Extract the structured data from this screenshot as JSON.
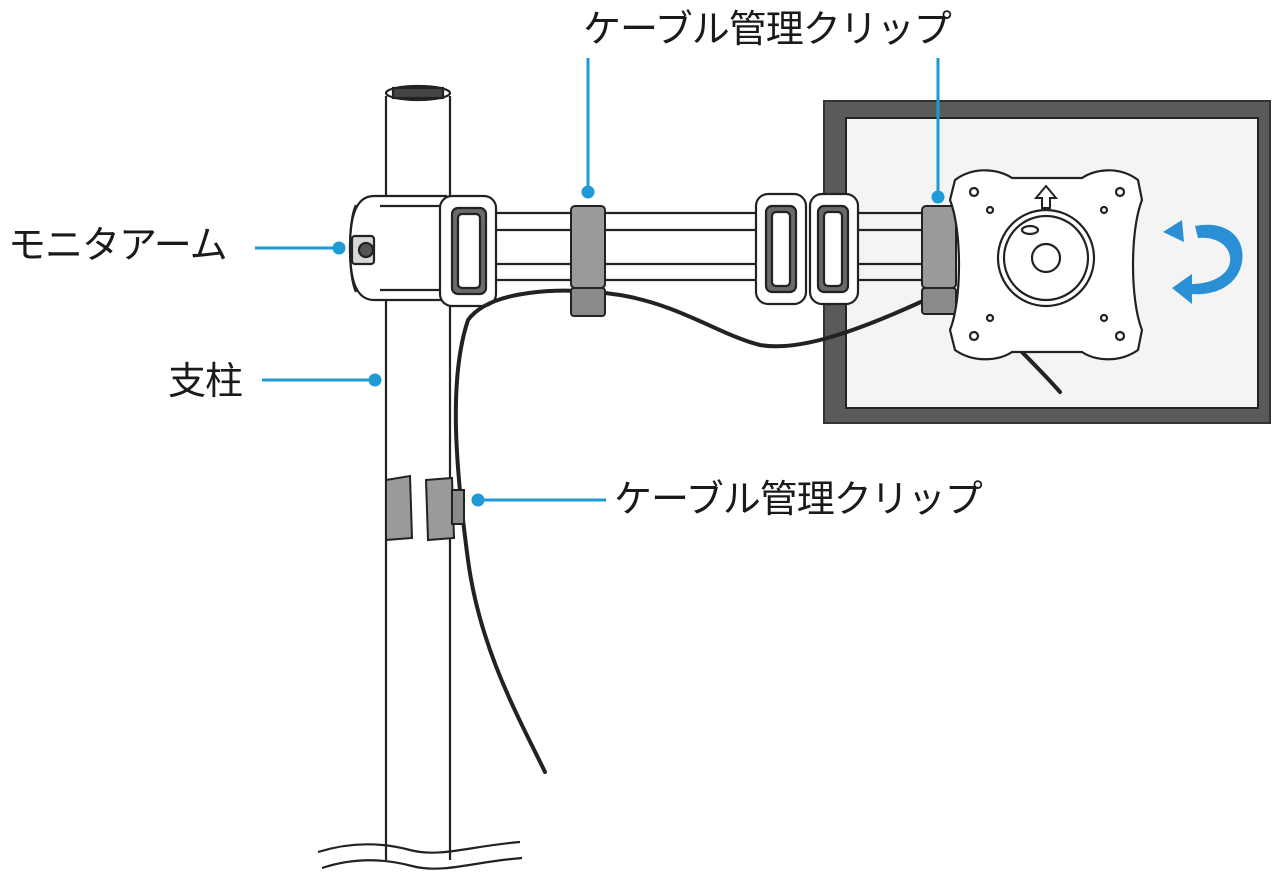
{
  "labels": {
    "cable_clip_top": "ケーブル管理クリップ",
    "monitor_arm": "モニタアーム",
    "pole": "支柱",
    "cable_clip_bottom": "ケーブル管理クリップ"
  },
  "colors": {
    "leader": "#1f9ad6",
    "line": "#222222",
    "clip_fill": "#9a9a9a",
    "panel_frame": "#5a5a5a",
    "panel_screen": "#f4f4f4",
    "rotate_arrow": "#2a8fd4"
  },
  "icons": [
    "rotate-arrow-icon",
    "up-arrow-icon"
  ]
}
